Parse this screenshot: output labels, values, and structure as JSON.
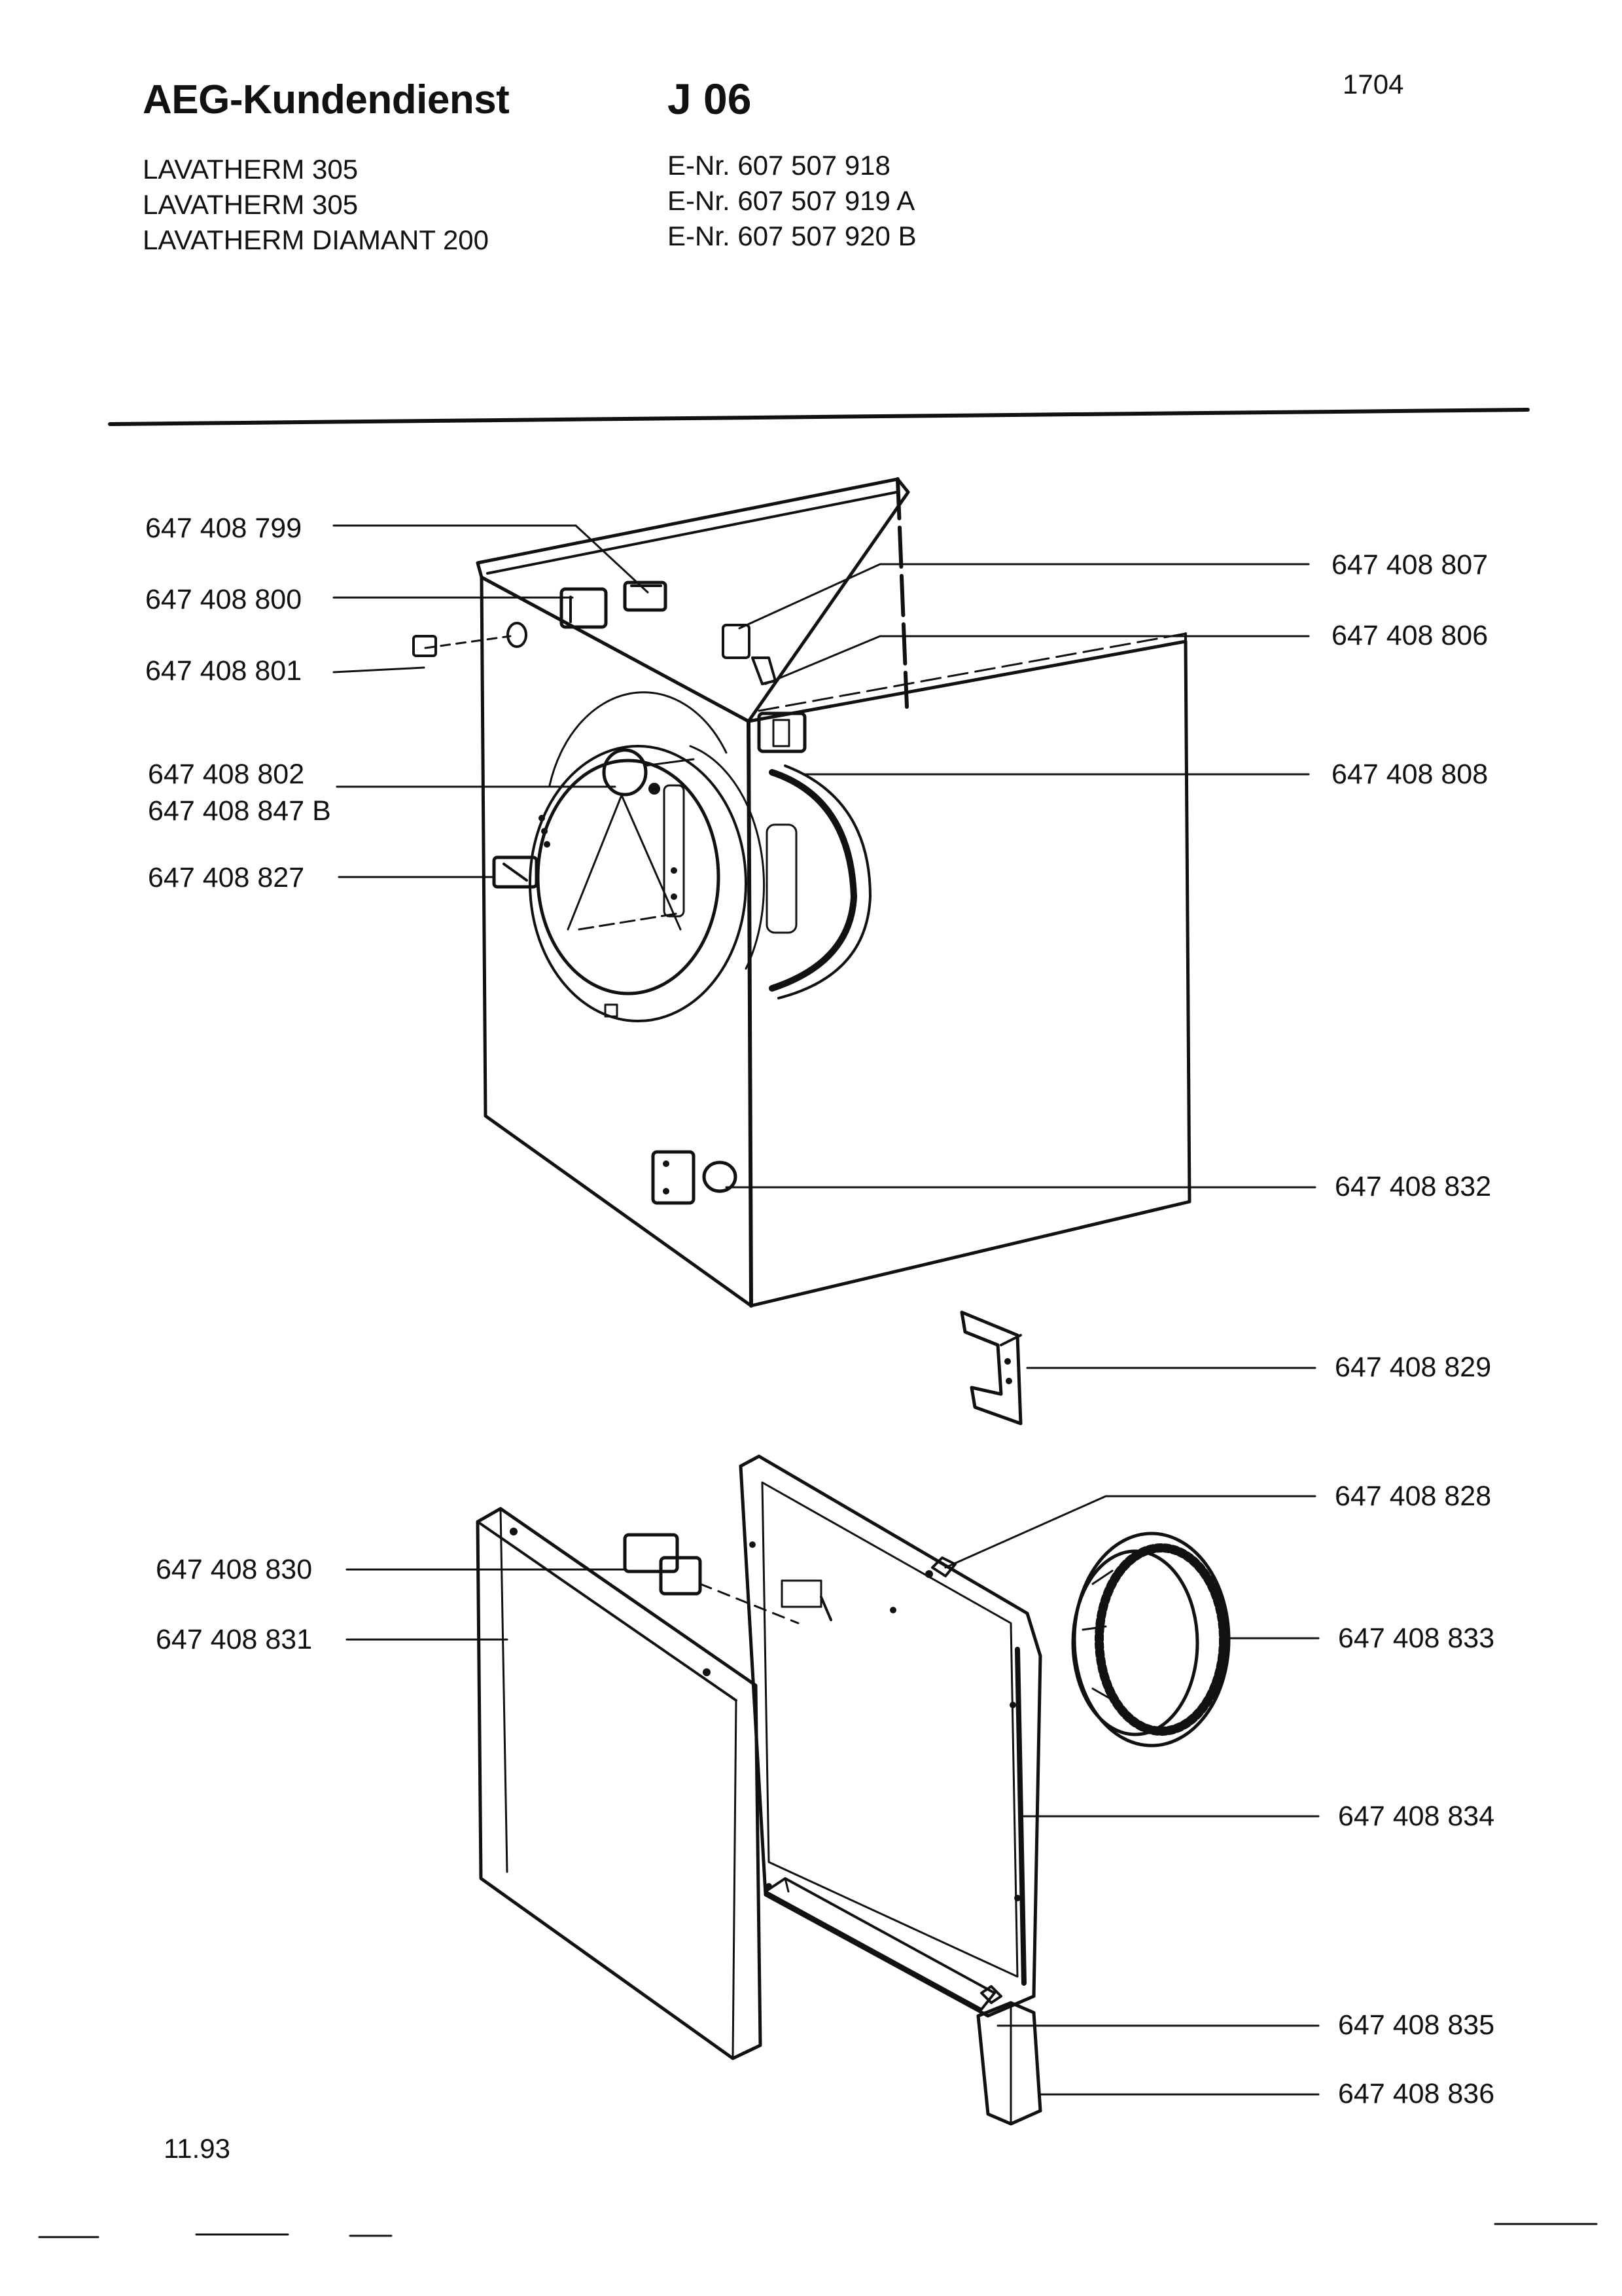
{
  "header": {
    "brand": "AEG-Kundendienst",
    "group_code": "J 06",
    "page_number": "1704"
  },
  "models": [
    {
      "name": "LAVATHERM 305",
      "e_nr": "E-Nr. 607 507 918"
    },
    {
      "name": "LAVATHERM 305",
      "e_nr": "E-Nr. 607 507 919 A"
    },
    {
      "name": "LAVATHERM DIAMANT 200",
      "e_nr": "E-Nr. 607 507 920 B"
    }
  ],
  "parts": {
    "p799": "647 408 799",
    "p800": "647 408 800",
    "p801": "647 408 801",
    "p802": "647 408 802",
    "p847": "647 408 847 B",
    "p827": "647 408 827",
    "p807": "647 408 807",
    "p806": "647 408 806",
    "p808": "647 408 808",
    "p832": "647 408 832",
    "p829": "647 408 829",
    "p828": "647 408 828",
    "p830": "647 408 830",
    "p831": "647 408 831",
    "p833": "647 408 833",
    "p834": "647 408 834",
    "p835": "647 408 835",
    "p836": "647 408 836"
  },
  "footer": {
    "date": "11.93"
  }
}
